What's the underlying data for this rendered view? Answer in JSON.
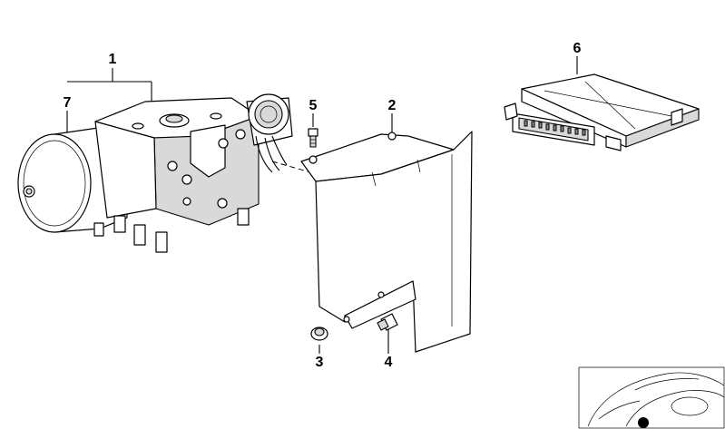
{
  "callouts": [
    {
      "id": "1",
      "label": "1"
    },
    {
      "id": "2",
      "label": "2"
    },
    {
      "id": "3",
      "label": "3"
    },
    {
      "id": "4",
      "label": "4"
    },
    {
      "id": "5",
      "label": "5"
    },
    {
      "id": "6",
      "label": "6"
    },
    {
      "id": "7",
      "label": "7"
    }
  ],
  "parts": [
    {
      "callout": "1",
      "icon": "abs-hydraulic-unit-icon"
    },
    {
      "callout": "2",
      "icon": "mounting-bracket-icon"
    },
    {
      "callout": "3",
      "icon": "hex-nut-icon"
    },
    {
      "callout": "4",
      "icon": "hex-bolt-icon"
    },
    {
      "callout": "5",
      "icon": "screw-icon"
    },
    {
      "callout": "6",
      "icon": "control-module-icon"
    },
    {
      "callout": "7",
      "icon": "pump-motor-icon"
    }
  ],
  "thumbnail": {
    "icon": "vehicle-location-icon",
    "marker_color": "#000000"
  },
  "colors": {
    "line": "#000000",
    "shade": "#d9d9d9",
    "background": "#ffffff"
  }
}
